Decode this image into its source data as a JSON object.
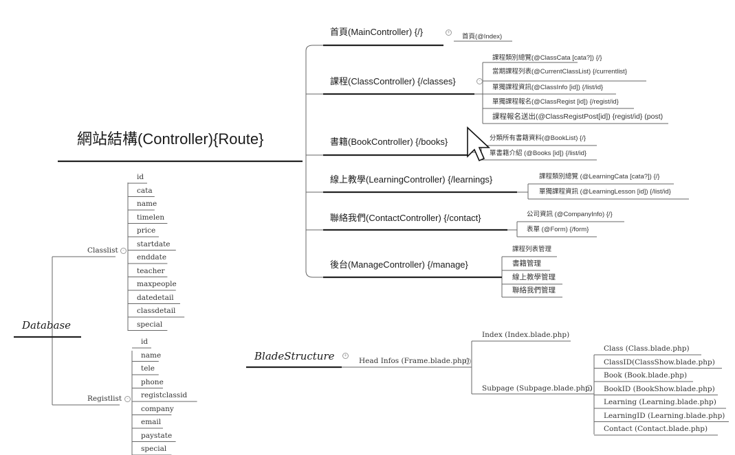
{
  "root": {
    "title": "網站結構(Controller){Route}"
  },
  "controllers": [
    {
      "label": "首頁(MainController) {/}",
      "actions": [
        "首頁(@Index)"
      ]
    },
    {
      "label": "課程(ClassController) {/classes}",
      "actions": [
        "課程類別總覽(@ClassCata [cata?]) {/}",
        "當期課程列表(@CurrentClassList) {/currentlist}",
        "單獨課程資訊(@ClassInfo [id]) {/list/id}",
        "單獨課程報名(@ClassRegist [id]) {/regist/id}",
        "課程報名送出(@ClassRegistPost[id]) {regist/id} (post)"
      ]
    },
    {
      "label": "書籍(BookController) {/books}",
      "actions": [
        "分類所有書籍資料(@BookList) {/}",
        "單書籍介紹 (@Books [id]) {/list/id}"
      ]
    },
    {
      "label": "線上教學(LearningController) {/learnings}",
      "actions": [
        "課程類別總覽 (@LearningCata [cata?]) {/}",
        "單獨課程資訊 (@LearningLesson [id]) {/list/id}"
      ]
    },
    {
      "label": "聯絡我們(ContactController) {/contact}",
      "actions": [
        "公司資訊 (@CompanyInfo) {/}",
        "表單 (@Form) {/form}"
      ]
    },
    {
      "label": "後台(ManageController) {/manage}",
      "actions": [
        "課程列表管理",
        "書籍管理",
        "線上教學管理",
        "聯絡我們管理"
      ]
    }
  ],
  "database": {
    "title": "Database",
    "tables": [
      {
        "name": "Classlist",
        "fields": [
          "id",
          "cata",
          "name",
          "timelen",
          "price",
          "startdate",
          "enddate",
          "teacher",
          "maxpeople",
          "datedetail",
          "classdetail",
          "special"
        ]
      },
      {
        "name": "Registlist",
        "fields": [
          "id",
          "name",
          "tele",
          "phone",
          "registclassid",
          "company",
          "email",
          "paystate",
          "special"
        ]
      }
    ]
  },
  "blade": {
    "title": "BladeStructure",
    "head": "Head Infos (Frame.blade.php)",
    "index": "Index (Index.blade.php)",
    "subpage": "Subpage (Subpage.blade.php)",
    "pages": [
      "Class (Class.blade.php)",
      "ClassID(ClassShow.blade.php)",
      "Book (Book.blade.php)",
      "BookID (BookShow.blade.php)",
      "Learning (Learning.blade.php)",
      "LearningID (Learning.blade.php)",
      "Contact (Contact.blade.php)"
    ]
  },
  "colors": {
    "line": "#555555",
    "thick": "#222222",
    "text": "#222222"
  },
  "icons": [
    "collapse-icon",
    "mouse-pointer-icon"
  ]
}
